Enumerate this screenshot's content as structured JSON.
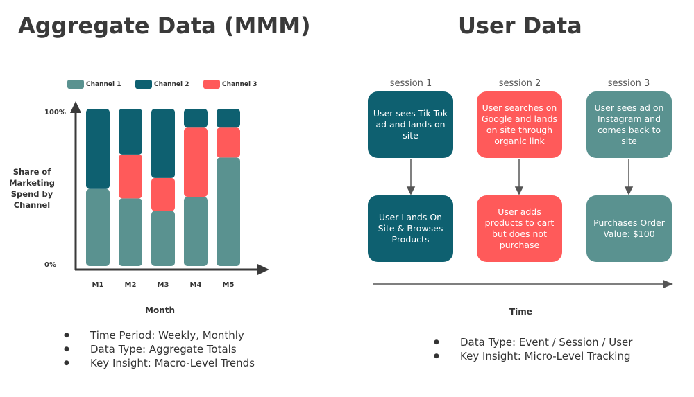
{
  "left": {
    "title": "Aggregate Data (MMM)",
    "bullets": [
      "Time Period: Weekly, Monthly",
      "Data Type: Aggregate Totals",
      "Key Insight: Macro-Level Trends"
    ]
  },
  "chart_data": {
    "type": "bar",
    "stacked": true,
    "categories": [
      "M1",
      "M2",
      "M3",
      "M4",
      "M5"
    ],
    "series": [
      {
        "name": "Channel 1",
        "color": "#5a9290",
        "values": [
          49,
          43,
          35,
          44,
          69
        ]
      },
      {
        "name": "Channel 3",
        "color": "#ff5a5a",
        "values": [
          0,
          28,
          21,
          44,
          19
        ]
      },
      {
        "name": "Channel 2",
        "color": "#0e6070",
        "values": [
          51,
          29,
          44,
          12,
          12
        ]
      }
    ],
    "legend": [
      "Channel 1",
      "Channel 2",
      "Channel 3"
    ],
    "legend_colors": [
      "#5a9290",
      "#0e6070",
      "#ff5a5a"
    ],
    "legend_placement": "top",
    "xlabel": "Month",
    "ylabel": "Share of Marketing Spend by Channel",
    "yticks": [
      "100%",
      "0%"
    ],
    "ylim": [
      0,
      100
    ],
    "grid": false
  },
  "right": {
    "title": "User Data",
    "sessions": [
      {
        "label": "session 1",
        "color": "#0e6070",
        "top": "User sees Tik Tok ad and lands on site",
        "bottom": "User Lands On Site & Browses Products"
      },
      {
        "label": "session 2",
        "color": "#ff5a5a",
        "top": "User searches on Google and lands on site through organic link",
        "bottom": "User adds products to cart but does not purchase"
      },
      {
        "label": "session 3",
        "color": "#5a9290",
        "top": "User sees ad on Instagram and comes back to site",
        "bottom": "Purchases Order Value: $100"
      }
    ],
    "axis_label": "Time",
    "bullets": [
      "Data Type: Event / Session / User",
      "Key Insight: Micro-Level Tracking"
    ]
  }
}
